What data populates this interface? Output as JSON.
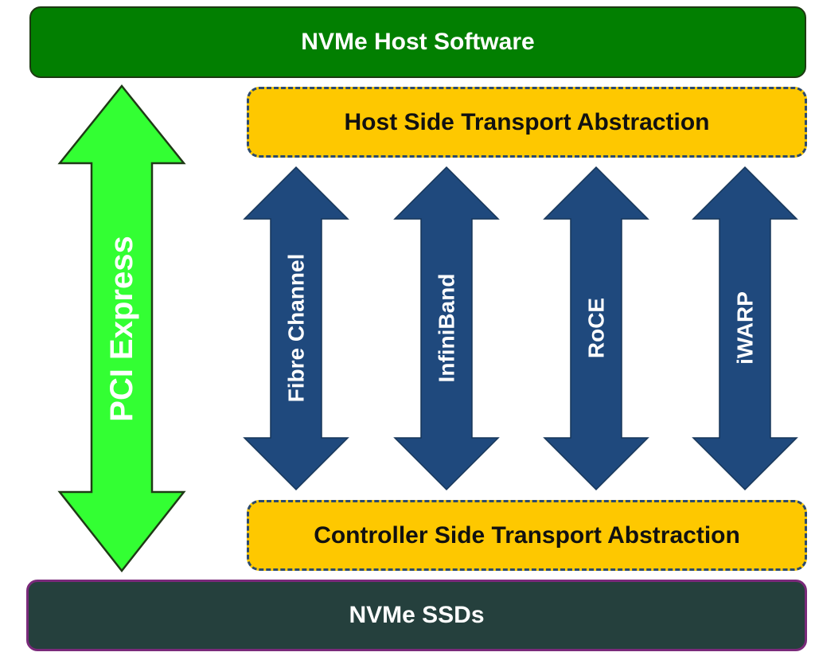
{
  "layers": {
    "host_software": "NVMe Host Software",
    "host_transport": "Host Side Transport Abstraction",
    "controller_transport": "Controller Side Transport Abstraction",
    "ssds": "NVMe SSDs"
  },
  "pcie": {
    "label": "PCI Express",
    "color": "#33ff33"
  },
  "fabrics": {
    "color": "#1f497d",
    "items": [
      {
        "label": "Fibre Channel"
      },
      {
        "label": "InfiniBand"
      },
      {
        "label": "RoCE"
      },
      {
        "label": "iWARP"
      }
    ]
  }
}
